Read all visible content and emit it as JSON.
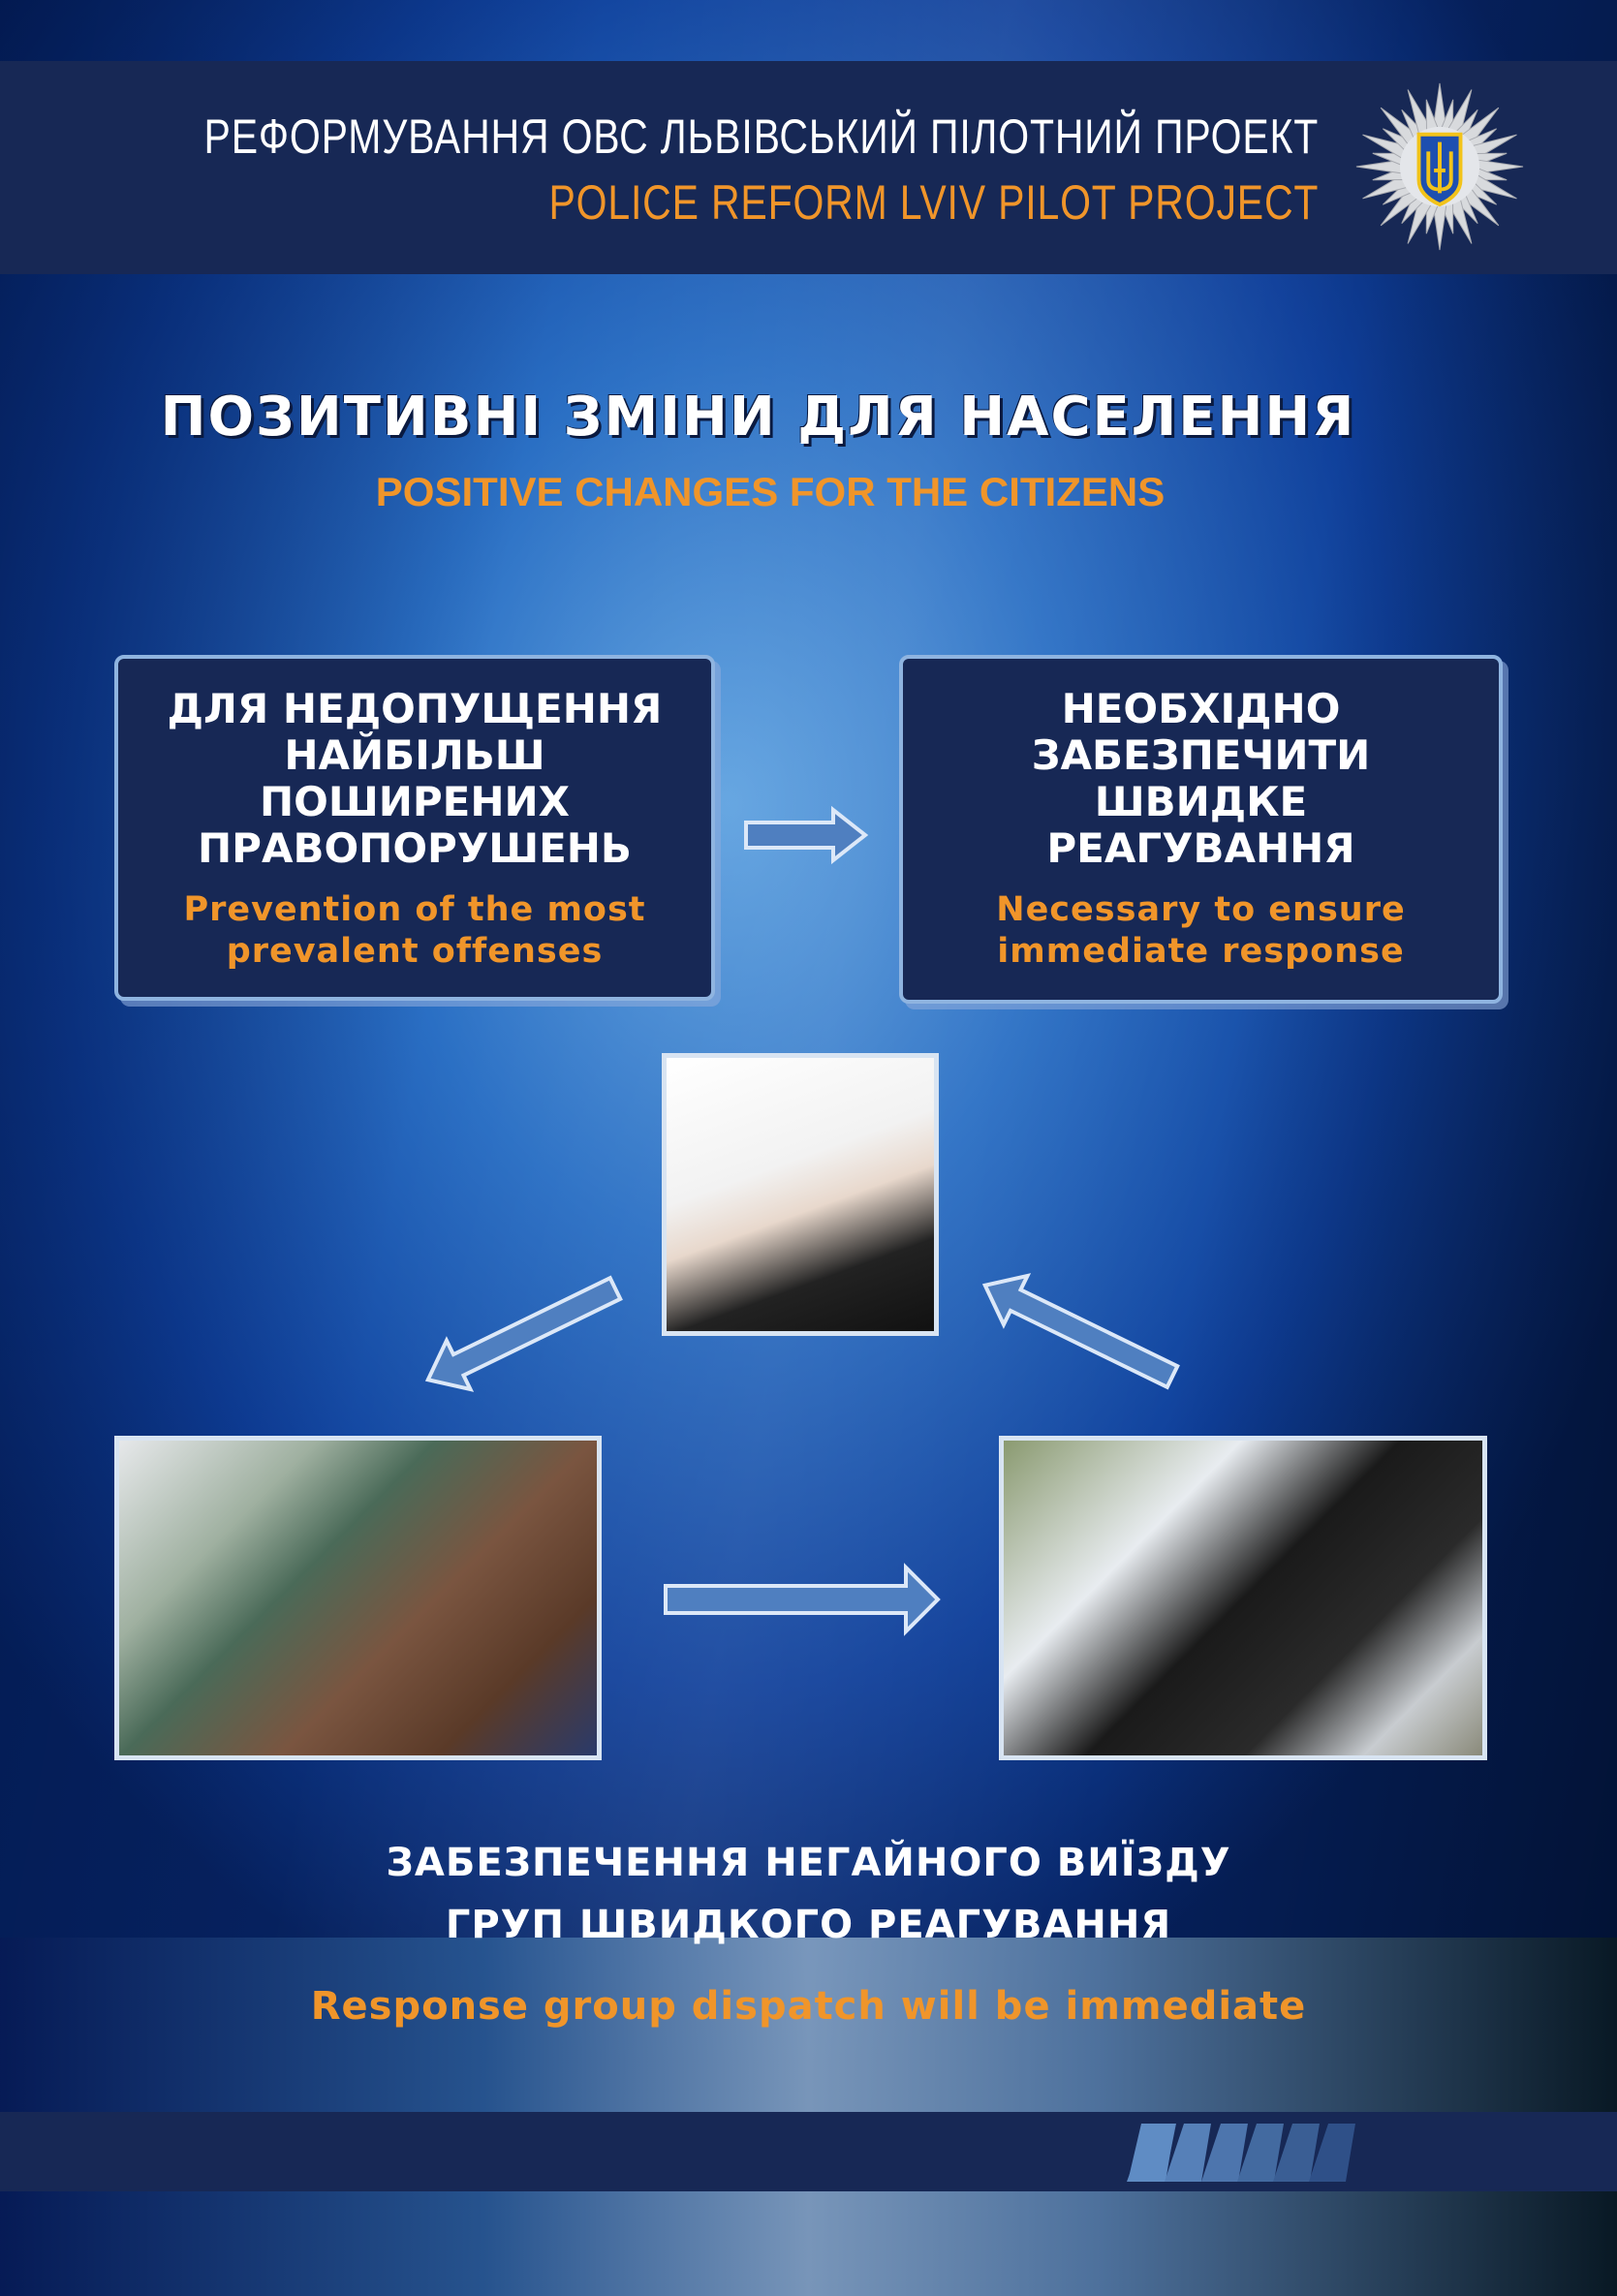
{
  "header": {
    "title_ua": "РЕФОРМУВАННЯ ОВС  ЛЬВІВСЬКИЙ ПІЛОТНИЙ ПРОЕКТ",
    "title_en": "POLICE REFORM  LVIV PILOT PROJECT",
    "emblem": "police-emblem-trident"
  },
  "main": {
    "title": "ПОЗИТИВНІ ЗМІНИ ДЛЯ НАСЕЛЕННЯ",
    "subtitle": "POSITIVE CHANGES FOR THE CITIZENS",
    "boxes": [
      {
        "ua": [
          "ДЛЯ НЕДОПУЩЕННЯ",
          "НАЙБІЛЬШ",
          "ПОШИРЕНИХ",
          "ПРАВОПОРУШЕНЬ"
        ],
        "en": [
          "Prevention of the most",
          "prevalent offenses"
        ]
      },
      {
        "ua": [
          "НЕОБХІДНО",
          "ЗАБЕЗПЕЧИТИ",
          "ШВИДКЕ",
          "РЕАГУВАННЯ"
        ],
        "en": [
          "Necessary to ensure",
          "immediate response"
        ]
      }
    ]
  },
  "bottom": {
    "line1": "ЗАБЕЗПЕЧЕННЯ НЕГАЙНОГО ВИЇЗДУ",
    "line2": "ГРУП ШВИДКОГО РЕАГУВАННЯ",
    "en": "Response group dispatch will be immediate"
  },
  "colors": {
    "navy": "#172855",
    "orange": "#f0952a",
    "arrow": "#4f7fc0"
  }
}
